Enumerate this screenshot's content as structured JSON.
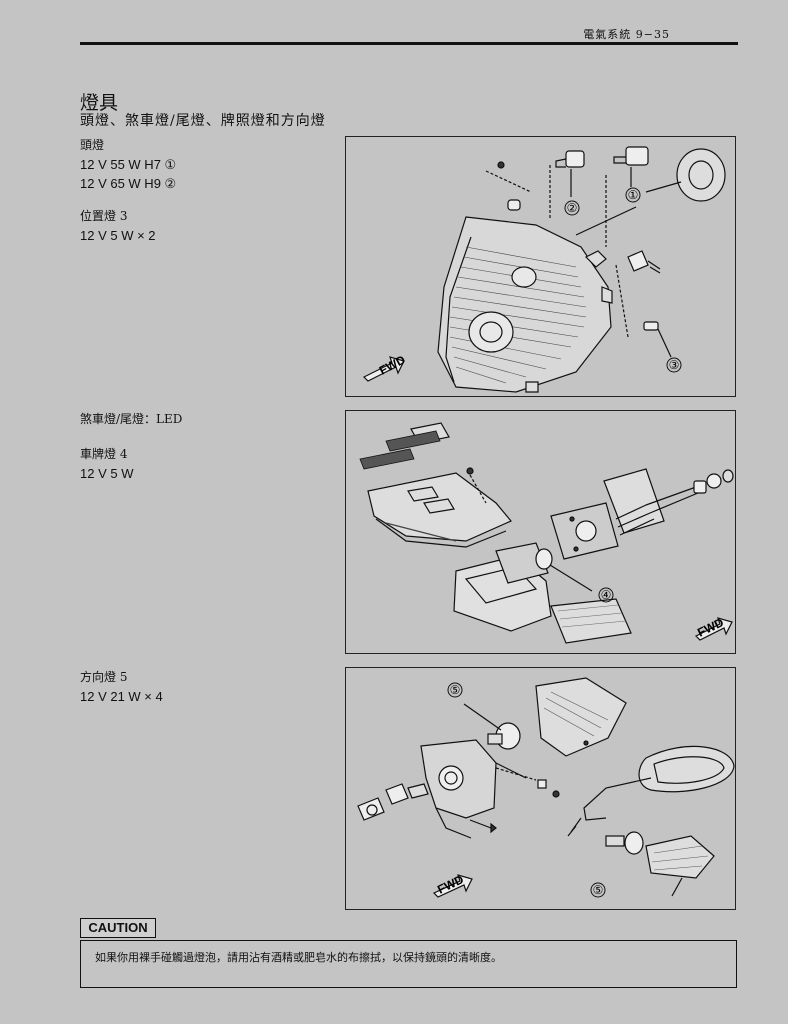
{
  "header": {
    "section": "電氣系統 9−35"
  },
  "title": "燈具",
  "subtitle": "頭燈、煞車燈/尾燈、牌照燈和方向燈",
  "specs": {
    "headlight": {
      "name": "頭燈",
      "line1": "12 V 55 W H7 ①",
      "line2": "12 V 65 W H9 ②"
    },
    "position": {
      "name": "位置燈 3",
      "line1": "12 V 5 W × 2"
    },
    "brake": {
      "name": "煞車燈/尾燈：LED"
    },
    "plate": {
      "name": "車牌燈 4",
      "line1": "12 V 5 W"
    },
    "turn": {
      "name": "方向燈 5",
      "line1": "12 V 21 W × 4"
    }
  },
  "figures": {
    "fig1": {
      "callouts": [
        "①",
        "②",
        "③"
      ],
      "fwd": "FWD"
    },
    "fig2": {
      "callouts": [
        "④"
      ],
      "fwd": "FWD"
    },
    "fig3": {
      "callouts": [
        "⑤",
        "⑤"
      ],
      "fwd": "FWD"
    }
  },
  "caution": {
    "label": "CAUTION",
    "text": "如果你用裸手碰觸過燈泡，請用沾有酒精或肥皂水的布擦拭，以保持鏡頭的清晰度。"
  }
}
